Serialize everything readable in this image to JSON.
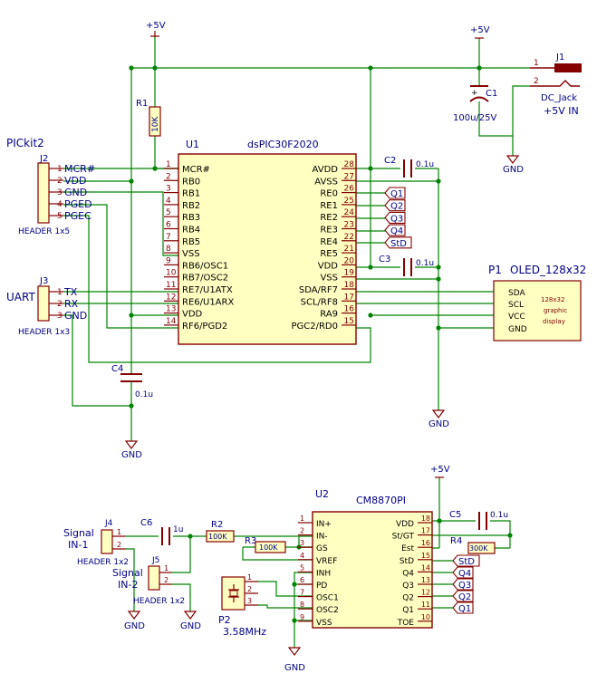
{
  "colors": {
    "wire": "#008400",
    "body": "#840000",
    "fill": "#ffffc2",
    "ref": "#000084",
    "pin": "#840000",
    "text": "#000000"
  },
  "power": {
    "vcc_label": "+5V",
    "gnd_label": "GND"
  },
  "u1": {
    "ref": "U1",
    "value": "dsPIC30F2020",
    "left_pins": [
      {
        "num": "1",
        "name": "MCR#"
      },
      {
        "num": "2",
        "name": "RB0"
      },
      {
        "num": "3",
        "name": "RB1"
      },
      {
        "num": "4",
        "name": "RB2"
      },
      {
        "num": "5",
        "name": "RB3"
      },
      {
        "num": "6",
        "name": "RB4"
      },
      {
        "num": "7",
        "name": "RB5"
      },
      {
        "num": "8",
        "name": "VSS"
      },
      {
        "num": "9",
        "name": "RB6/OSC1"
      },
      {
        "num": "10",
        "name": "RB7/OSC2"
      },
      {
        "num": "11",
        "name": "RE7/U1ATX"
      },
      {
        "num": "12",
        "name": "RE6/U1ARX"
      },
      {
        "num": "13",
        "name": "VDD"
      },
      {
        "num": "14",
        "name": "RF6/PGD2"
      }
    ],
    "right_pins": [
      {
        "num": "28",
        "name": "AVDD"
      },
      {
        "num": "27",
        "name": "AVSS"
      },
      {
        "num": "26",
        "name": "RE0"
      },
      {
        "num": "25",
        "name": "RE1"
      },
      {
        "num": "24",
        "name": "RE2"
      },
      {
        "num": "23",
        "name": "RE3"
      },
      {
        "num": "22",
        "name": "RE4"
      },
      {
        "num": "21",
        "name": "RE5"
      },
      {
        "num": "20",
        "name": "VDD"
      },
      {
        "num": "19",
        "name": "VSS"
      },
      {
        "num": "18",
        "name": "SDA/RF7"
      },
      {
        "num": "17",
        "name": "SCL/RF8"
      },
      {
        "num": "16",
        "name": "RA9"
      },
      {
        "num": "15",
        "name": "PGC2/RD0"
      }
    ]
  },
  "u2": {
    "ref": "U2",
    "value": "CM8870PI",
    "left_pins": [
      {
        "num": "1",
        "name": "IN+"
      },
      {
        "num": "2",
        "name": "IN-"
      },
      {
        "num": "3",
        "name": "GS"
      },
      {
        "num": "4",
        "name": "VREF"
      },
      {
        "num": "5",
        "name": "INH"
      },
      {
        "num": "6",
        "name": "PD"
      },
      {
        "num": "7",
        "name": "OSC1"
      },
      {
        "num": "8",
        "name": "OSC2"
      },
      {
        "num": "9",
        "name": "VSS"
      }
    ],
    "right_pins": [
      {
        "num": "18",
        "name": "VDD"
      },
      {
        "num": "17",
        "name": "St/GT"
      },
      {
        "num": "16",
        "name": "Est"
      },
      {
        "num": "15",
        "name": "StD"
      },
      {
        "num": "14",
        "name": "Q4"
      },
      {
        "num": "13",
        "name": "Q3"
      },
      {
        "num": "12",
        "name": "Q2"
      },
      {
        "num": "11",
        "name": "Q1"
      },
      {
        "num": "10",
        "name": "TOE"
      }
    ]
  },
  "j2": {
    "ref": "J2",
    "title": "PICkit2",
    "value": "HEADER 1x5",
    "pins": [
      {
        "num": "1",
        "name": "MCR#"
      },
      {
        "num": "2",
        "name": "VDD"
      },
      {
        "num": "3",
        "name": "GND"
      },
      {
        "num": "4",
        "name": "PGED"
      },
      {
        "num": "5",
        "name": "PGEC"
      }
    ]
  },
  "j3": {
    "ref": "J3",
    "title": "UART",
    "value": "HEADER 1x3",
    "pins": [
      {
        "num": "1",
        "name": "TX"
      },
      {
        "num": "2",
        "name": "RX"
      },
      {
        "num": "3",
        "name": "GND"
      }
    ]
  },
  "j1": {
    "ref": "J1",
    "value": "DC_Jack",
    "note": "+5V IN",
    "pin1": "1",
    "pin2": "2"
  },
  "p1": {
    "ref": "P1",
    "value": "OLED_128x32",
    "pins": [
      "SDA",
      "SCL",
      "VCC",
      "GND"
    ],
    "body_text": [
      "128x32",
      "graphic",
      "display"
    ]
  },
  "p2": {
    "ref": "P2",
    "value": "3.58MHz",
    "pins": [
      "1",
      "2",
      "3"
    ]
  },
  "j4": {
    "ref": "J4",
    "value": "HEADER 1x2",
    "title": [
      "Signal",
      "IN-1"
    ],
    "pins": [
      "1",
      "2"
    ]
  },
  "j5": {
    "ref": "J5",
    "value": "HEADER 1x2",
    "title": [
      "Signal",
      "IN-2"
    ],
    "pins": [
      "1",
      "2"
    ]
  },
  "r1": {
    "ref": "R1",
    "value": "10K"
  },
  "r2": {
    "ref": "R2",
    "value": "100K"
  },
  "r3": {
    "ref": "R3",
    "value": "100K"
  },
  "r4": {
    "ref": "R4",
    "value": "300K"
  },
  "c1": {
    "ref": "C1",
    "value": "100u/25V"
  },
  "c2": {
    "ref": "C2",
    "value": "0.1u"
  },
  "c3": {
    "ref": "C3",
    "value": "0.1u"
  },
  "c4": {
    "ref": "C4",
    "value": "0.1u"
  },
  "c5": {
    "ref": "C5",
    "value": "0.1u"
  },
  "c6": {
    "ref": "C6",
    "value": "1u"
  },
  "tags": {
    "u1_tags": [
      "Q1",
      "Q2",
      "Q3",
      "Q4",
      "StD"
    ],
    "u2_tags": [
      "StD",
      "Q4",
      "Q3",
      "Q2",
      "Q1"
    ]
  }
}
